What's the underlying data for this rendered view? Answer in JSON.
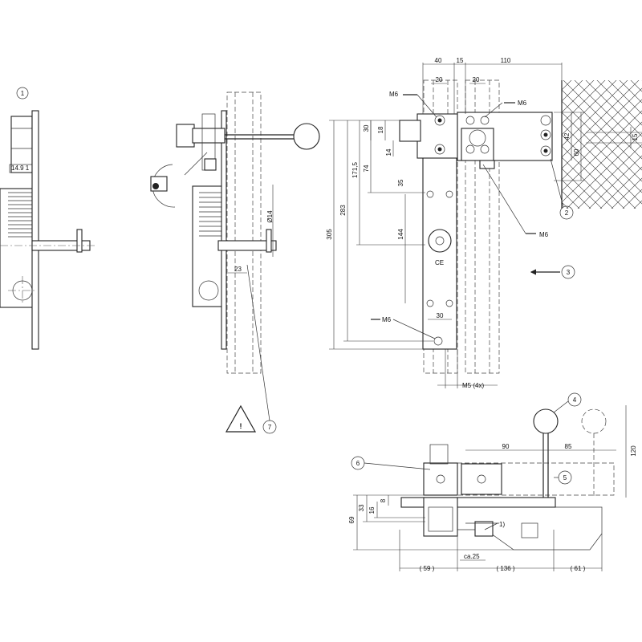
{
  "callouts": {
    "c1": "1",
    "c2": "2",
    "c3": "3",
    "c4": "4",
    "c5": "5",
    "c6": "6",
    "c7": "7"
  },
  "dims_top": {
    "d40": "40",
    "d15": "15",
    "d110": "110",
    "d20a": "20",
    "d20b": "20",
    "m6_a": "M6",
    "m6_b": "M6",
    "m6_c": "M6",
    "m6_d": "M6",
    "d30": "30",
    "d18": "18",
    "d14": "14",
    "d74": "74",
    "d171_5": "171,5",
    "d35": "35",
    "d144": "144",
    "d305": "305",
    "d283": "283",
    "d42": "42",
    "d60": "60",
    "d15r": "15",
    "d30b": "30",
    "m5": "M5 (4x)",
    "d14dia": "Ø14",
    "d23": "23",
    "plate_text": "14.9 1"
  },
  "dims_bottom": {
    "d90": "90",
    "d85": "85",
    "d120": "120",
    "d69": "69",
    "d33": "33",
    "d16": "16",
    "d8": "8",
    "note1": "1)",
    "ca25": "ca.25",
    "d59": "( 59 )",
    "d136": "( 136 )",
    "d61": "( 61 )"
  },
  "warning_symbol": "!"
}
